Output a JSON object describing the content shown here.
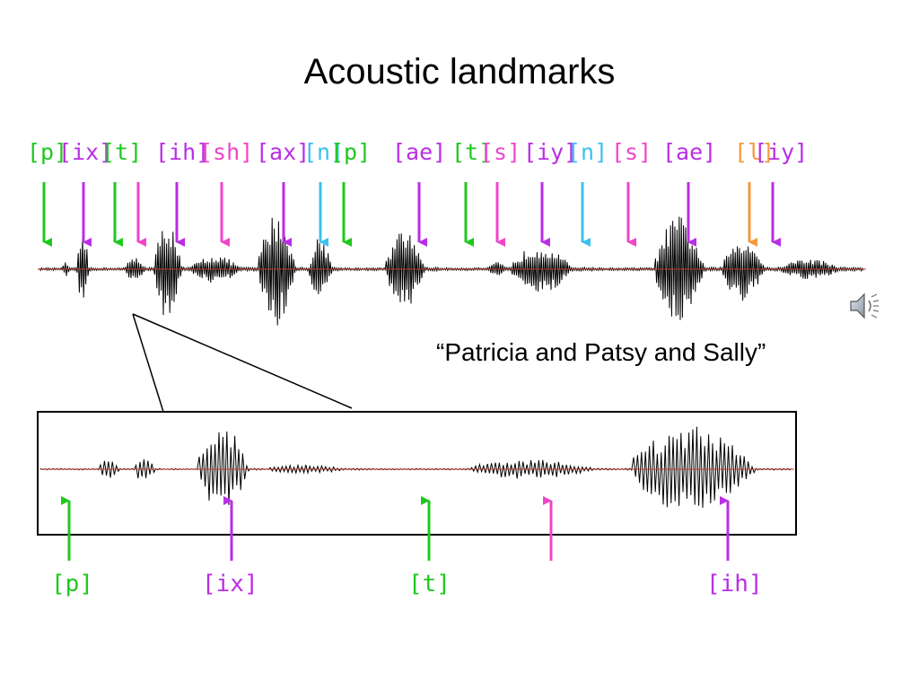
{
  "title": "Acoustic landmarks",
  "caption": "“Patricia and Patsy and Sally”",
  "colors": {
    "green": "#1ec81e",
    "violet": "#b92ee6",
    "pink": "#f045c8",
    "cyan": "#3cc0f0",
    "orange": "#f59a3c",
    "waveform": "#000000",
    "baseline": "#c0392b"
  },
  "top_labels": [
    {
      "text": "[p]",
      "color": "green"
    },
    {
      "text": "[ix]",
      "color": "violet"
    },
    {
      "text": "[t]",
      "color": "green"
    },
    {
      "text": "[ih]",
      "color": "violet"
    },
    {
      "text": "[sh]",
      "color": "pink"
    },
    {
      "text": "[ax]",
      "color": "violet"
    },
    {
      "text": "[n]",
      "color": "cyan"
    },
    {
      "text": "[p]",
      "color": "green"
    },
    {
      "text": "[ae]",
      "color": "violet"
    },
    {
      "text": "[t]",
      "color": "green"
    },
    {
      "text": "[s]",
      "color": "pink"
    },
    {
      "text": "[iy]",
      "color": "violet"
    },
    {
      "text": "[n]",
      "color": "cyan"
    },
    {
      "text": "[s]",
      "color": "pink"
    },
    {
      "text": "[ae]",
      "color": "violet"
    },
    {
      "text": "[l]",
      "color": "orange"
    },
    {
      "text": "[iy]",
      "color": "violet"
    }
  ],
  "bottom_labels": [
    {
      "text": "[p]",
      "color": "green"
    },
    {
      "text": "[ix]",
      "color": "violet"
    },
    {
      "text": "[t]",
      "color": "green"
    },
    {
      "text": "[ih]",
      "color": "violet"
    }
  ],
  "icons": {
    "speaker": "speaker-icon"
  }
}
